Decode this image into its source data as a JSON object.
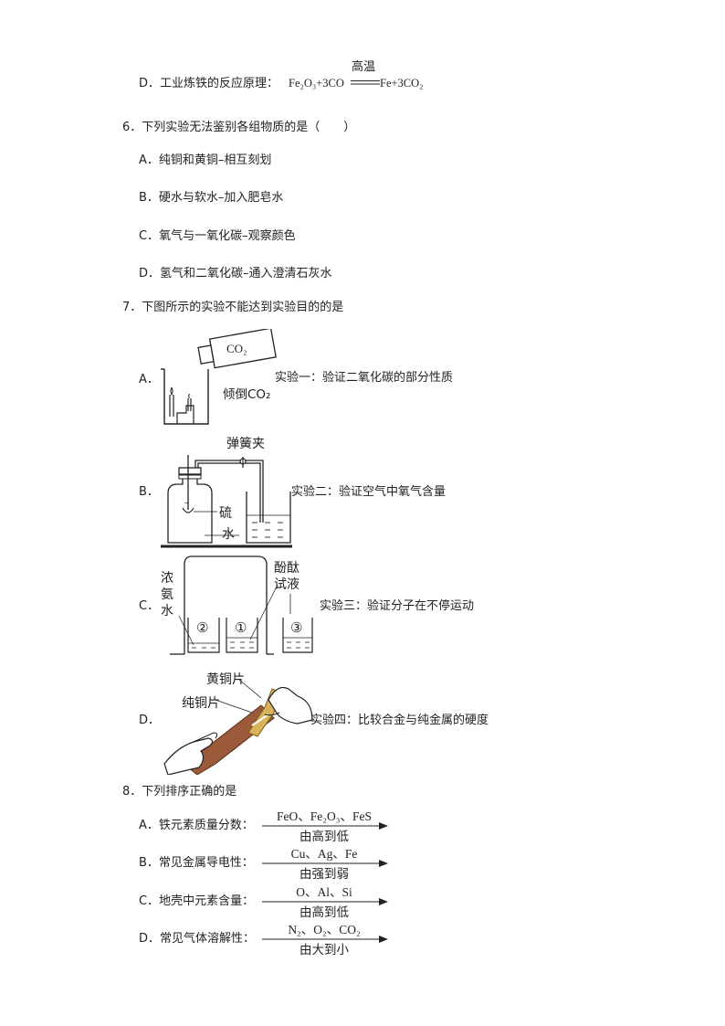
{
  "q5d": {
    "text": "D．工业炼铁的反应原理：",
    "formula_left": "Fe₂O₃+3CO",
    "condition": "高温",
    "formula_right": "Fe+3CO₂"
  },
  "q6": {
    "stem": "6．下列实验无法鉴别各组物质的是（　　）",
    "options": [
      "A．纯铜和黄铜–相互刻划",
      "B．硬水与软水–加入肥皂水",
      "C．氧气与一氧化碳–观察颜色",
      "D．氢气和二氧化碳–通入澄清石灰水"
    ]
  },
  "q7": {
    "stem": "7．下图所示的实验不能达到实验目的的是",
    "A": {
      "letter": "A．",
      "co2_label": "CO₂",
      "pour_label": "倾倒CO₂",
      "caption": "实验一：验证二氧化碳的部分性质"
    },
    "B": {
      "letter": "B．",
      "clamp_label": "弹簧夹",
      "sulfur_label": "硫",
      "water_label": "水",
      "caption": "实验二：验证空气中氧气含量"
    },
    "C": {
      "letter": "C．",
      "ammonia_label": [
        "浓",
        "氨",
        "水"
      ],
      "phenol_label": [
        "酚酞",
        "试液"
      ],
      "beaker_2": "②",
      "beaker_1": "①",
      "beaker_3": "③",
      "caption": "实验三：验证分子在不停运动"
    },
    "D": {
      "letter": "D．",
      "brass_label": "黄铜片",
      "copper_label": "纯铜片",
      "caption": "实验四：比较合金与纯金属的硬度"
    }
  },
  "q8": {
    "stem": "8．下列排序正确的是",
    "options": [
      {
        "prefix": "A．铁元素质量分数：",
        "top": "FeO、Fe₂O₃、FeS",
        "bottom": "由高到低"
      },
      {
        "prefix": "B．常见金属导电性：",
        "top": "Cu、Ag、Fe",
        "bottom": "由强到弱"
      },
      {
        "prefix": "C．地壳中元素含量：",
        "top": "O、Al、Si",
        "bottom": "由高到低"
      },
      {
        "prefix": "D．常见气体溶解性：",
        "top": "N₂、O₂、CO₂",
        "bottom": "由大到小"
      }
    ]
  }
}
